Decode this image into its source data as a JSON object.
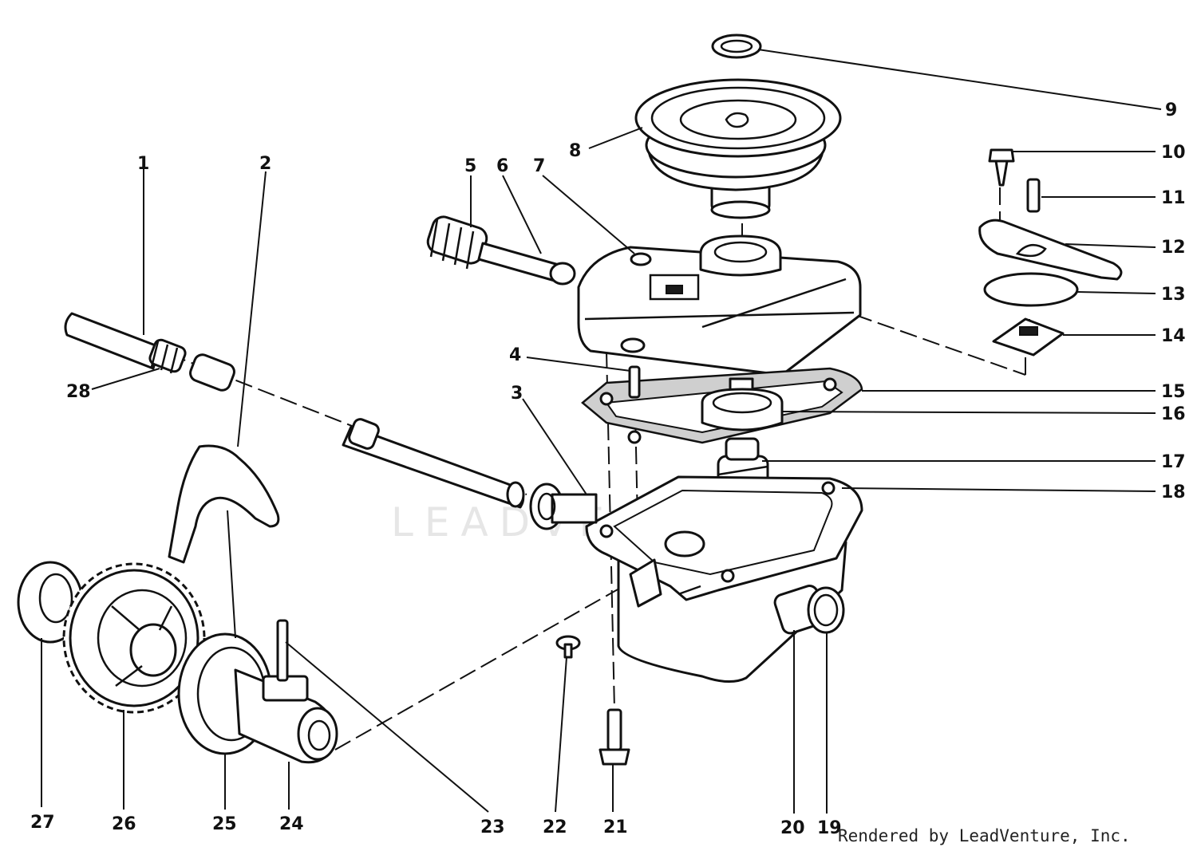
{
  "diagram": {
    "watermark": "LEADVENTURE",
    "credit": "Rendered by LeadVenture, Inc.",
    "callouts": [
      {
        "id": "1",
        "label": "1"
      },
      {
        "id": "2",
        "label": "2"
      },
      {
        "id": "3",
        "label": "3"
      },
      {
        "id": "4",
        "label": "4"
      },
      {
        "id": "5",
        "label": "5"
      },
      {
        "id": "6",
        "label": "6"
      },
      {
        "id": "7",
        "label": "7"
      },
      {
        "id": "8",
        "label": "8"
      },
      {
        "id": "9",
        "label": "9"
      },
      {
        "id": "10",
        "label": "10"
      },
      {
        "id": "11",
        "label": "11"
      },
      {
        "id": "12",
        "label": "12"
      },
      {
        "id": "13",
        "label": "13"
      },
      {
        "id": "14",
        "label": "14"
      },
      {
        "id": "15",
        "label": "15"
      },
      {
        "id": "16",
        "label": "16"
      },
      {
        "id": "17",
        "label": "17"
      },
      {
        "id": "18",
        "label": "18"
      },
      {
        "id": "19",
        "label": "19"
      },
      {
        "id": "20",
        "label": "20"
      },
      {
        "id": "21",
        "label": "21"
      },
      {
        "id": "22",
        "label": "22"
      },
      {
        "id": "23",
        "label": "23"
      },
      {
        "id": "24",
        "label": "24"
      },
      {
        "id": "25",
        "label": "25"
      },
      {
        "id": "26",
        "label": "26"
      },
      {
        "id": "27",
        "label": "27"
      },
      {
        "id": "28",
        "label": "28"
      }
    ]
  }
}
